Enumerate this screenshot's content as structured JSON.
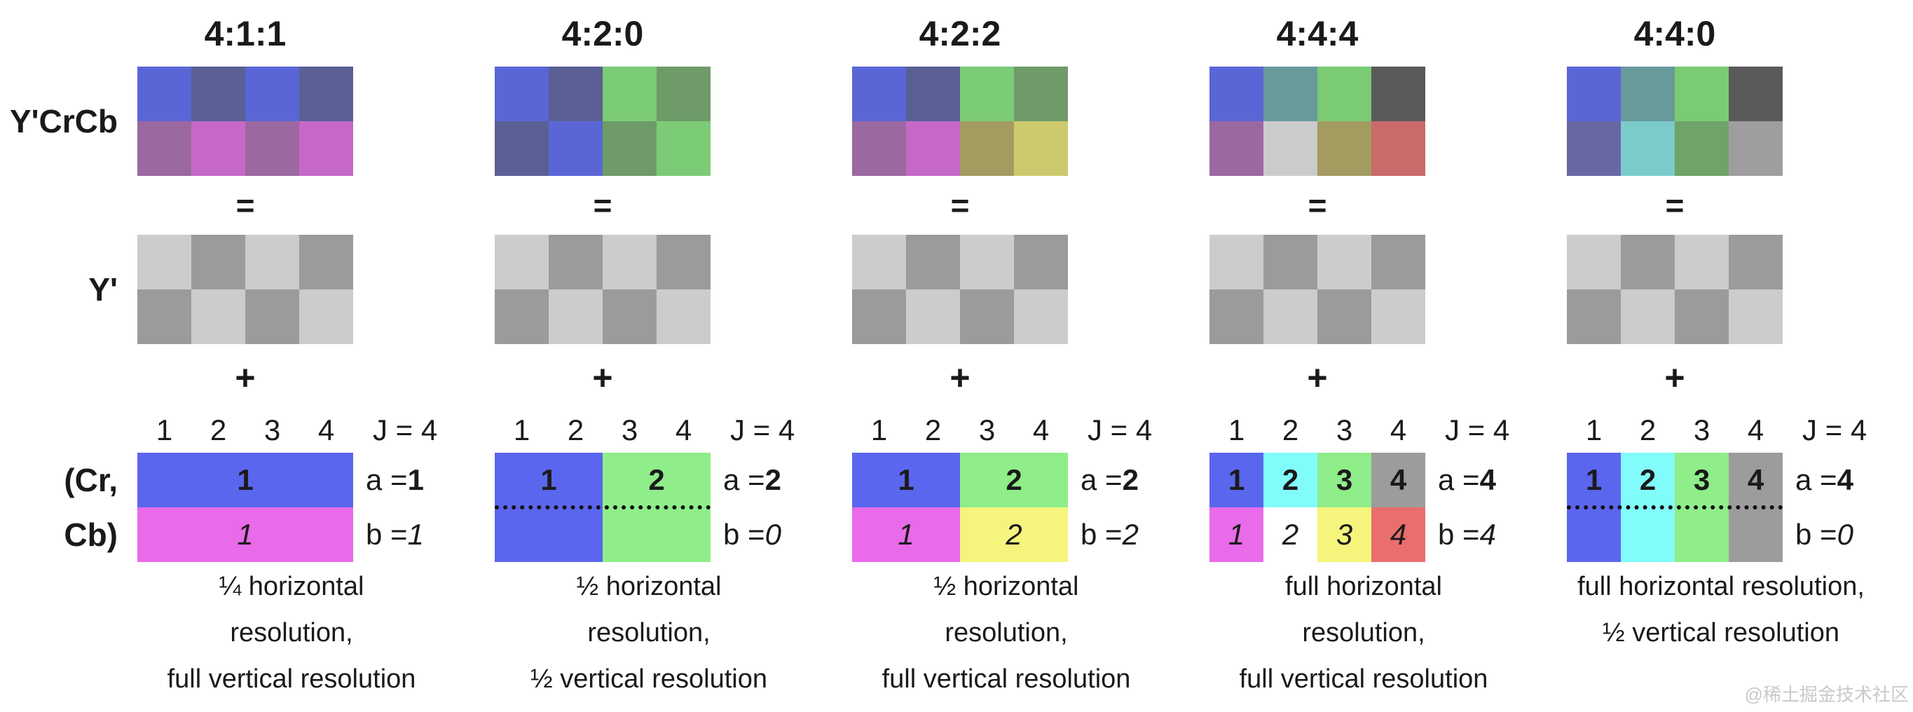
{
  "rail": {
    "ycrcb": "Y'CrCb",
    "y": "Y'",
    "crcb_line1": "(Cr,",
    "crcb_line2": "Cb)"
  },
  "operators": {
    "equals": "=",
    "plus": "+"
  },
  "crcb_header": {
    "cols": [
      "1",
      "2",
      "3",
      "4"
    ],
    "j_label": "J = 4"
  },
  "value_labels": {
    "a_prefix": "a = ",
    "b_prefix": "b = "
  },
  "y_block": [
    "#cccccc",
    "#9b9b9b",
    "#cccccc",
    "#9b9b9b",
    "#9b9b9b",
    "#cccccc",
    "#9b9b9b",
    "#cccccc"
  ],
  "columns": [
    {
      "title": "4:1:1",
      "ycrcb": [
        "#5b66d6",
        "#5a6094",
        "#5b66d6",
        "#5a6094",
        "#9c68a0",
        "#c768c9",
        "#9c68a0",
        "#c768c9"
      ],
      "cells_top": [
        {
          "color": "#5a66ee",
          "label": "1"
        }
      ],
      "cells_bottom": [
        {
          "color": "#e96be9",
          "label": "1"
        }
      ],
      "a_value": "1",
      "b_value": "1",
      "caption": [
        "¼ horizontal",
        "resolution,",
        "full vertical resolution"
      ]
    },
    {
      "title": "4:2:0",
      "ycrcb": [
        "#5b66d6",
        "#5a6094",
        "#7ccb77",
        "#6e9b68",
        "#5a6094",
        "#5b66d6",
        "#6e9b68",
        "#7ccb77"
      ],
      "cells_full": [
        {
          "color": "#5a66ee",
          "label": "1"
        },
        {
          "color": "#8fed8a",
          "label": "2"
        }
      ],
      "a_value": "2",
      "b_value": "0",
      "caption": [
        "½ horizontal",
        "resolution,",
        "½ vertical resolution"
      ]
    },
    {
      "title": "4:2:2",
      "ycrcb": [
        "#5b66d6",
        "#5a6094",
        "#7ccb77",
        "#6e9b68",
        "#9c68a0",
        "#c768c9",
        "#a49b61",
        "#ccc96e"
      ],
      "cells_top": [
        {
          "color": "#5a66ee",
          "label": "1"
        },
        {
          "color": "#8fed8a",
          "label": "2"
        }
      ],
      "cells_bottom": [
        {
          "color": "#e96be9",
          "label": "1"
        },
        {
          "color": "#f5f57d",
          "label": "2"
        }
      ],
      "a_value": "2",
      "b_value": "2",
      "caption": [
        "½ horizontal",
        "resolution,",
        "full vertical resolution"
      ]
    },
    {
      "title": "4:4:4",
      "ycrcb": [
        "#5b66d6",
        "#68999b",
        "#7acb74",
        "#5a5a5a",
        "#9c68a0",
        "#cbcbcb",
        "#a49b61",
        "#c96b6b"
      ],
      "cells_top": [
        {
          "color": "#5a66ee",
          "label": "1"
        },
        {
          "color": "#82fbfb",
          "label": "2"
        },
        {
          "color": "#8fed8a",
          "label": "3"
        },
        {
          "color": "#9c9c9c",
          "label": "4"
        }
      ],
      "cells_bottom": [
        {
          "color": "#e96be9",
          "label": "1"
        },
        {
          "color": "#ffffff",
          "label": "2"
        },
        {
          "color": "#f5f57d",
          "label": "3"
        },
        {
          "color": "#ea6e6e",
          "label": "4"
        }
      ],
      "a_value": "4",
      "b_value": "4",
      "caption": [
        "full horizontal",
        "resolution,",
        "full vertical resolution"
      ]
    },
    {
      "title": "4:4:0",
      "ycrcb": [
        "#5b66d6",
        "#68999b",
        "#7acb74",
        "#5a5a5a",
        "#6867a4",
        "#7ccbcb",
        "#6fa368",
        "#9e9e9e"
      ],
      "cells_full": [
        {
          "color": "#5a66ee",
          "label": "1"
        },
        {
          "color": "#82fbfb",
          "label": "2"
        },
        {
          "color": "#8fed8a",
          "label": "3"
        },
        {
          "color": "#9c9c9c",
          "label": "4"
        }
      ],
      "a_value": "4",
      "b_value": "0",
      "caption": [
        "full horizontal resolution,",
        "½ vertical resolution"
      ]
    }
  ],
  "watermark": "@稀土掘金技术社区"
}
